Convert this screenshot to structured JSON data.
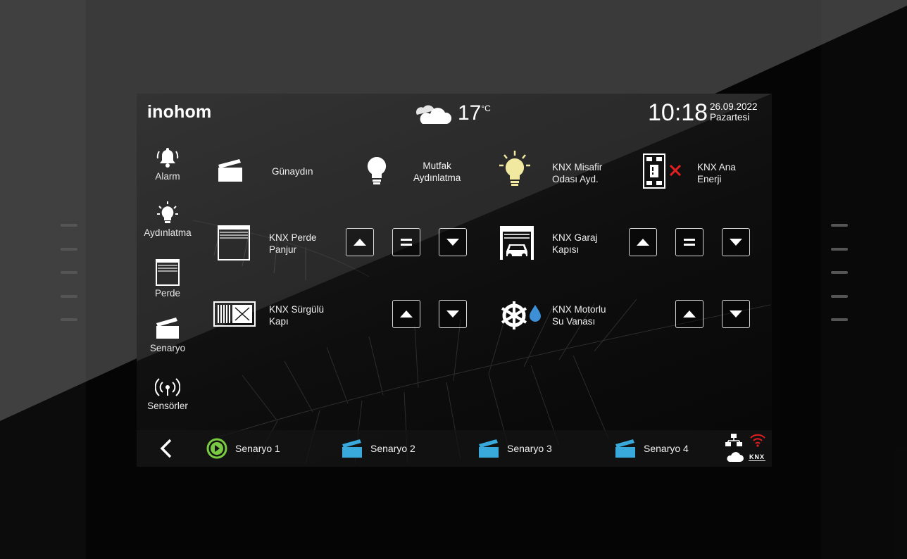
{
  "header": {
    "logo": "inohom",
    "weather": {
      "icon": "partly-cloudy-icon",
      "temperature": "17",
      "unit": "°C"
    },
    "time": "10:18",
    "date": "26.09.2022",
    "weekday": "Pazartesi"
  },
  "nav": {
    "items": [
      {
        "label": "Alarm",
        "icon": "bell-icon"
      },
      {
        "label": "Aydınlatma",
        "icon": "bulb-icon"
      },
      {
        "label": "Perde",
        "icon": "blind-icon"
      },
      {
        "label": "Senaryo",
        "icon": "clapperboard-icon"
      },
      {
        "label": "Sensörler",
        "icon": "sensor-signal-icon"
      }
    ]
  },
  "devices": {
    "gunaydin": {
      "label": "Günaydın",
      "icon": "clapperboard-icon"
    },
    "mutfak": {
      "line1": "Mutfak",
      "line2": "Aydınlatma",
      "icon": "bulb-off-icon"
    },
    "misafir": {
      "line1": "KNX Misafir",
      "line2": "Odası Ayd.",
      "icon": "bulb-on-icon",
      "color": "#f1e9a0"
    },
    "ana_enerji": {
      "line1": "KNX Ana",
      "line2": "Enerji",
      "icon": "circuit-breaker-icon",
      "status_icon": "x-icon",
      "status_color": "#e02020"
    },
    "perde": {
      "line1": "KNX Perde",
      "line2": "Panjur",
      "icon": "blind-icon"
    },
    "garaj": {
      "line1": "KNX Garaj",
      "line2": "Kapısı",
      "icon": "garage-car-icon"
    },
    "surgulu": {
      "line1": "KNX Sürgülü",
      "line2": "Kapı",
      "icon": "sliding-gate-icon"
    },
    "vana": {
      "line1": "KNX Motorlu",
      "line2": "Su Vanası",
      "icon": "valve-drop-icon",
      "drop_color": "#3d8fd6"
    }
  },
  "bottom_bar": {
    "back_icon": "chevron-left-icon",
    "scenarios": [
      {
        "label": "Senaryo 1",
        "icon": "play-circle-icon",
        "color": "#7ac943"
      },
      {
        "label": "Senaryo 2",
        "icon": "clapperboard-icon",
        "color": "#39a9dc"
      },
      {
        "label": "Senaryo 3",
        "icon": "clapperboard-icon",
        "color": "#39a9dc"
      },
      {
        "label": "Senaryo 4",
        "icon": "clapperboard-icon",
        "color": "#39a9dc"
      }
    ],
    "status": {
      "network": "network-icon",
      "wifi": "wifi-icon",
      "wifi_color": "#e02020",
      "cloud": "cloud-icon",
      "knx": "KNX"
    }
  }
}
